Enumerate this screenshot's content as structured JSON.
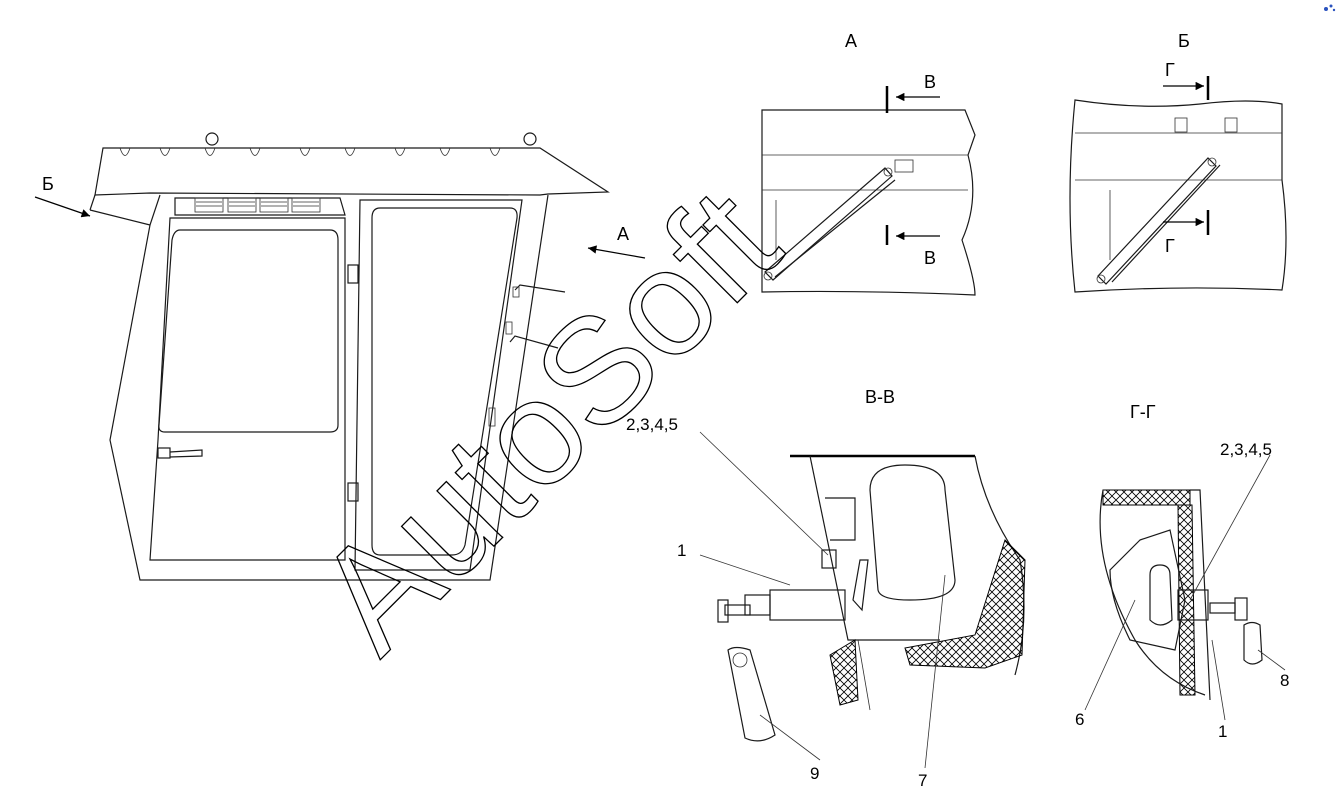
{
  "views": {
    "a_title": "А",
    "b_title": "Б",
    "vv_title": "В-В",
    "gg_title": "Г-Г"
  },
  "markers": {
    "b_main": "Б",
    "a_main": "А",
    "v_top": "В",
    "v_bottom": "В",
    "g_top": "Г",
    "g_bottom": "Г"
  },
  "callouts": {
    "vv_group": "2,3,4,5",
    "vv_1": "1",
    "vv_9": "9",
    "vv_7": "7",
    "gg_group": "2,3,4,5",
    "gg_6": "6",
    "gg_1": "1",
    "gg_8": "8"
  },
  "watermark": {
    "text": "AutoSoft"
  }
}
